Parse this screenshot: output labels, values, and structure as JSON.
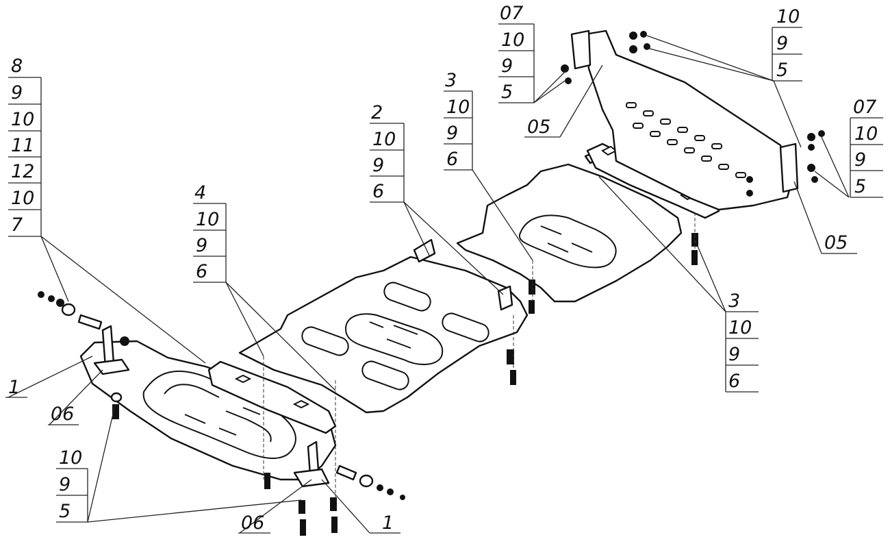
{
  "diagram": {
    "type": "exploded-assembly",
    "callouts": [
      {
        "id": "callout-left-stack",
        "labels": [
          "8",
          "9",
          "10",
          "11",
          "12",
          "10",
          "7"
        ]
      },
      {
        "id": "callout-front-stack",
        "labels": [
          "4",
          "10",
          "9",
          "6"
        ]
      },
      {
        "id": "callout-middle-stack",
        "labels": [
          "2",
          "10",
          "9",
          "6"
        ]
      },
      {
        "id": "callout-rear-plate-stack",
        "labels": [
          "3",
          "10",
          "9",
          "6"
        ]
      },
      {
        "id": "callout-top-stack",
        "labels": [
          "07",
          "10",
          "9",
          "5"
        ]
      },
      {
        "id": "callout-top-right-stack",
        "labels": [
          "10",
          "9",
          "5"
        ]
      },
      {
        "id": "callout-right-stack",
        "labels": [
          "07",
          "10",
          "9",
          "5"
        ]
      },
      {
        "id": "callout-lower-right-stack",
        "labels": [
          "3",
          "10",
          "9",
          "6"
        ]
      },
      {
        "id": "callout-bottom-left-stack",
        "labels": [
          "10",
          "9",
          "5"
        ]
      }
    ],
    "single_labels": [
      {
        "id": "label-1-left",
        "text": "1"
      },
      {
        "id": "label-06-left",
        "text": "06"
      },
      {
        "id": "label-06-bottom",
        "text": "06"
      },
      {
        "id": "label-1-bottom",
        "text": "1"
      },
      {
        "id": "label-05-top",
        "text": "05"
      },
      {
        "id": "label-05-right",
        "text": "05"
      }
    ]
  }
}
